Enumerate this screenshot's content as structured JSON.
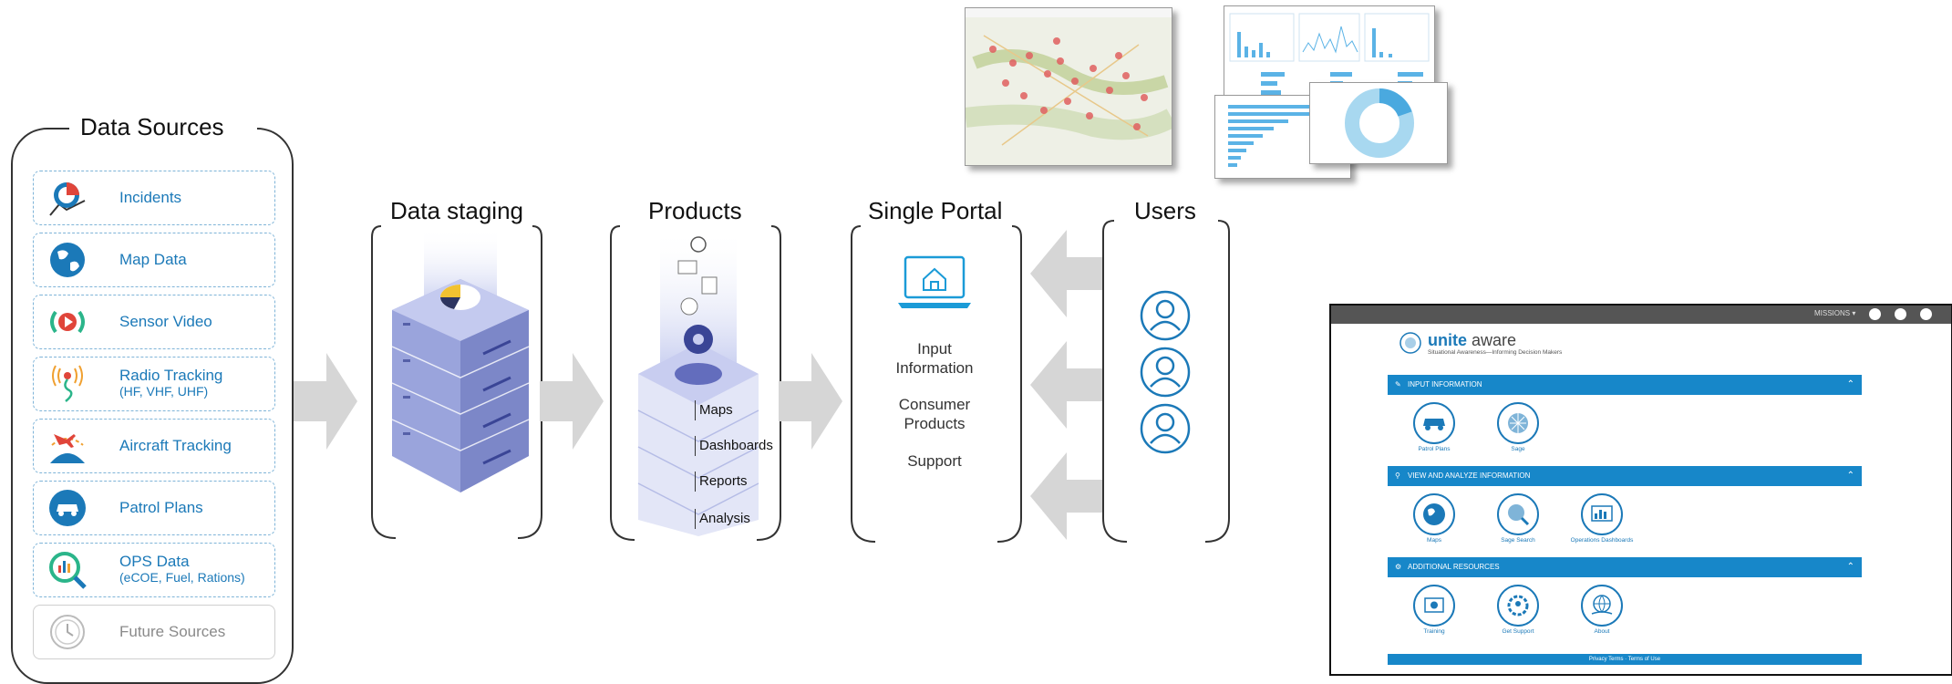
{
  "sections": {
    "data_sources": "Data Sources",
    "data_staging": "Data staging",
    "products": "Products",
    "single_portal": "Single Portal",
    "users": "Users"
  },
  "sources": [
    {
      "label": "Incidents",
      "sub": ""
    },
    {
      "label": "Map Data",
      "sub": ""
    },
    {
      "label": "Sensor Video",
      "sub": ""
    },
    {
      "label": "Radio Tracking",
      "sub": "(HF, VHF, UHF)"
    },
    {
      "label": "Aircraft Tracking",
      "sub": ""
    },
    {
      "label": "Patrol Plans",
      "sub": ""
    },
    {
      "label": "OPS Data",
      "sub": "(eCOE, Fuel, Rations)"
    },
    {
      "label": "Future Sources",
      "sub": ""
    }
  ],
  "products": [
    "Maps",
    "Dashboards",
    "Reports",
    "Analysis"
  ],
  "portal": {
    "item1_line1": "Input",
    "item1_line2": "Information",
    "item2_line1": "Consumer",
    "item2_line2": "Products",
    "item3": "Support"
  },
  "unite_aware": {
    "missions": "MISSIONS ▾",
    "brand_a": "unite",
    "brand_b": "aware",
    "tagline": "Situational Awareness—Informing Decision Makers",
    "bar1": "INPUT INFORMATION",
    "bar2": "VIEW AND ANALYZE INFORMATION",
    "bar3": "ADDITIONAL RESOURCES",
    "apps1": [
      "Patrol Plans",
      "Sage"
    ],
    "apps2": [
      "Maps",
      "Sage Search",
      "Operations Dashboards"
    ],
    "apps3": [
      "Training",
      "Get Support",
      "About"
    ],
    "footer": "Privacy Terms · Terms of Use"
  },
  "colors": {
    "accent": "#1b79b8",
    "server": "#8e99d6",
    "arrow": "#d6d6d6"
  }
}
